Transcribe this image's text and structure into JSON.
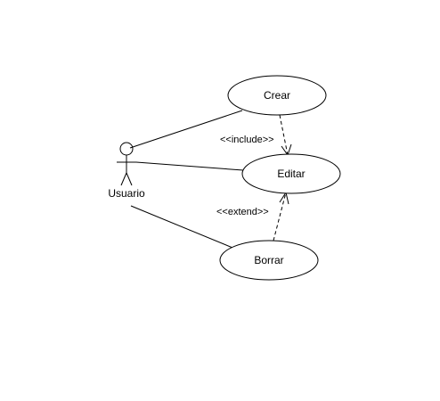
{
  "actor": {
    "name": "Usuario"
  },
  "use_cases": {
    "crear": "Crear",
    "editar": "Editar",
    "borrar": "Borrar"
  },
  "relations": {
    "include_label": "<<include>>",
    "extend_label": "<<extend>>"
  }
}
